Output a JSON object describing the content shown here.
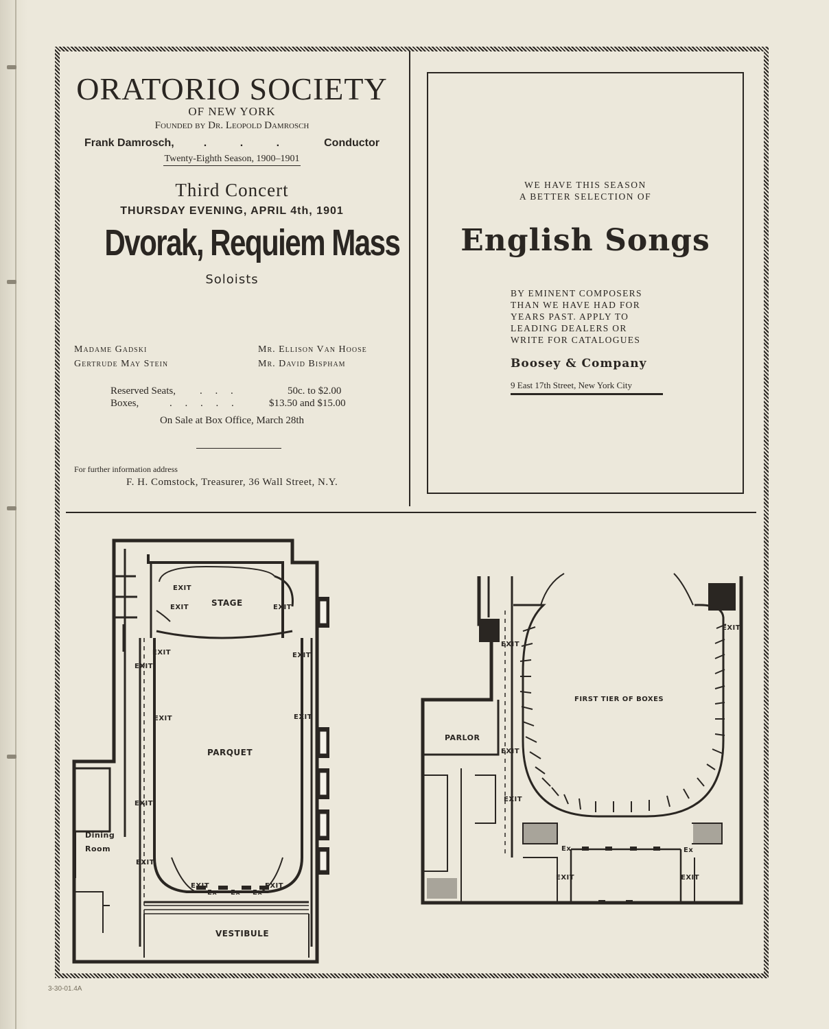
{
  "left_ad": {
    "org_name": "ORATORIO SOCIETY",
    "org_sub": "OF NEW YORK",
    "founded": "Founded by Dr. Leopold Damrosch",
    "conductor_name": "Frank Damrosch,",
    "conductor_dots": ". . .",
    "conductor_title": "Conductor",
    "season": "Twenty-Eighth Season, 1900–1901",
    "concert": "Third Concert",
    "date": "THURSDAY EVENING, APRIL 4th, 1901",
    "work": "Dvorak, Requiem Mass",
    "soloists_heading": "Soloists",
    "soloists": [
      "Madame Gadski",
      "Mr. Ellison Van Hoose",
      "Gertrude May Stein",
      "Mr. David Bispham"
    ],
    "prices": [
      {
        "label": "Reserved Seats,",
        "dots": ".     .     .",
        "value": "50c. to $2.00"
      },
      {
        "label": "Boxes,",
        "dots": ".     .     .     .     .",
        "value": "$13.50 and $15.00"
      }
    ],
    "sale": "On Sale at Box Office, March 28th",
    "info_intro": "For further information address",
    "info_address": "F. H. Comstock, Treasurer, 36 Wall Street, N.Y."
  },
  "right_ad": {
    "line1": "WE HAVE THIS SEASON",
    "line2": "A BETTER SELECTION OF",
    "headline": "English Songs",
    "body": [
      "BY EMINENT COMPOSERS",
      "THAN WE HAVE HAD FOR",
      "YEARS PAST. APPLY TO",
      "LEADING DEALERS OR",
      "WRITE FOR CATALOGUES"
    ],
    "company": "Boosey & Company",
    "address": "9 East 17th Street, New York City"
  },
  "plan_left": {
    "stage": "STAGE",
    "parquet": "PARQUET",
    "vestibule": "VESTIBULE",
    "dining1": "Dining",
    "dining2": "Room",
    "exit": "EXIT",
    "ex": "Ex"
  },
  "plan_right": {
    "tier": "FIRST TIER OF BOXES",
    "parlor": "PARLOR",
    "exit": "EXIT",
    "ex": "Ex"
  },
  "archive_note": "3-30-01.4A"
}
